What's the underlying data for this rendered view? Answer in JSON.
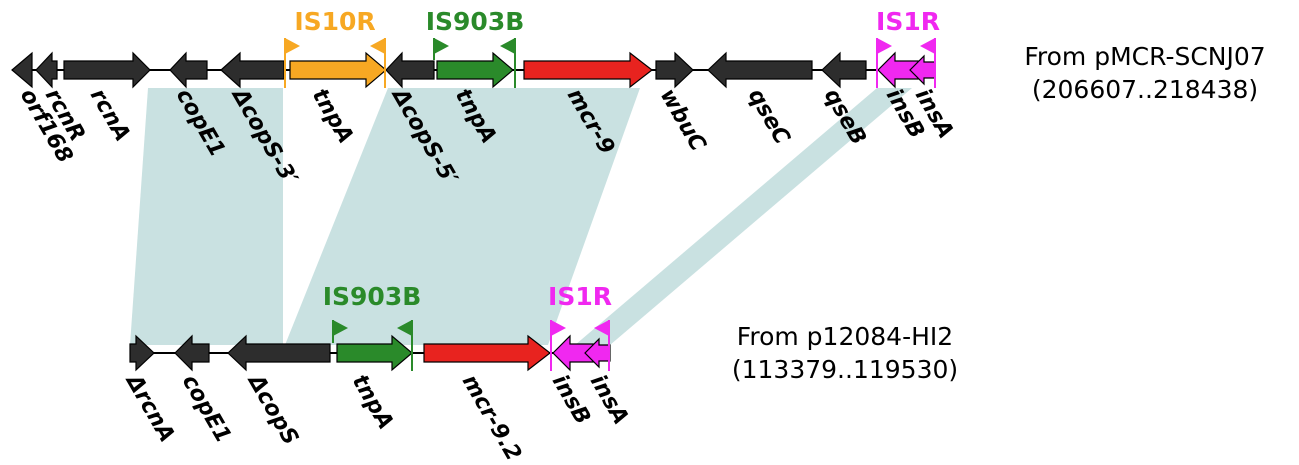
{
  "colors": {
    "background": "#ffffff",
    "backbone": "#000000",
    "gene_dark": "#2d2d2d",
    "is10r": "#f7a823",
    "is903b": "#2a8a2a",
    "mcr": "#e8231f",
    "is1r": "#f028f0",
    "homology": "#c9e1e1"
  },
  "track1": {
    "source_line1": "From pMCR-SCNJ07",
    "source_line2": "(206607..218438)",
    "genes": [
      {
        "label": "orf168",
        "color": "gene_dark"
      },
      {
        "label": "rcnR",
        "color": "gene_dark"
      },
      {
        "label": "rcnA",
        "color": "gene_dark"
      },
      {
        "label": "copE1",
        "color": "gene_dark"
      },
      {
        "label": "ΔcopS-3′",
        "color": "gene_dark"
      },
      {
        "label": "tnpA",
        "color": "is10r"
      },
      {
        "label": "ΔcopS-5′",
        "color": "gene_dark"
      },
      {
        "label": "tnpA",
        "color": "is903b"
      },
      {
        "label": "mcr-9",
        "color": "mcr"
      },
      {
        "label": "wbuC",
        "color": "gene_dark"
      },
      {
        "label": "qseC",
        "color": "gene_dark"
      },
      {
        "label": "qseB",
        "color": "gene_dark"
      },
      {
        "label": "insB",
        "color": "is1r"
      },
      {
        "label": "insA",
        "color": "is1r"
      }
    ],
    "insertion_sequences": [
      {
        "label": "IS10R",
        "color": "is10r"
      },
      {
        "label": "IS903B",
        "color": "is903b"
      },
      {
        "label": "IS1R",
        "color": "is1r"
      }
    ]
  },
  "track2": {
    "source_line1": "From p12084-HI2",
    "source_line2": "(113379..119530)",
    "genes": [
      {
        "label": "ΔrcnA",
        "color": "gene_dark"
      },
      {
        "label": "copE1",
        "color": "gene_dark"
      },
      {
        "label": "ΔcopS",
        "color": "gene_dark"
      },
      {
        "label": "tnpA",
        "color": "is903b"
      },
      {
        "label": "mcr-9.2",
        "color": "mcr"
      },
      {
        "label": "insB",
        "color": "is1r"
      },
      {
        "label": "insA",
        "color": "is1r"
      }
    ],
    "insertion_sequences": [
      {
        "label": "IS903B",
        "color": "is903b"
      },
      {
        "label": "IS1R",
        "color": "is1r"
      }
    ]
  }
}
